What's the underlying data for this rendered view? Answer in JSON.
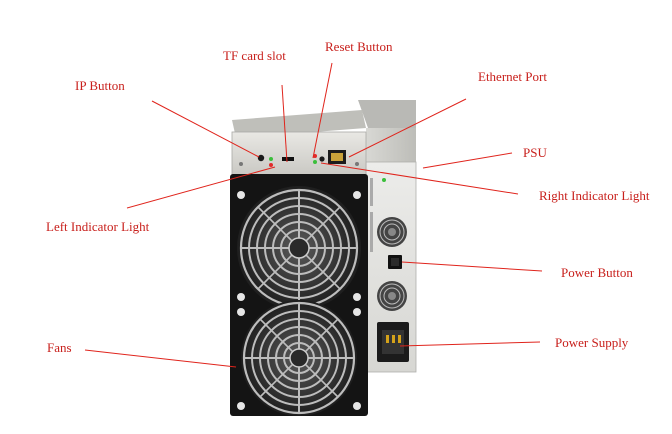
{
  "colors": {
    "label_text": "#c8201c",
    "callout_line": "#e0241c",
    "device_body": "#d9d9d6",
    "fan_frame": "#2a2a2a",
    "indicator_green": "#3bbf3b",
    "indicator_red": "#e22a2a"
  },
  "labels": {
    "tf_card_slot": "TF card slot",
    "reset_button": "Reset Button",
    "ip_button": "IP Button",
    "ethernet_port": "Ethernet Port",
    "psu": "PSU",
    "right_indicator_light": "Right Indicator Light",
    "left_indicator_light": "Left Indicator Light",
    "power_button": "Power Button",
    "fans": "Fans",
    "power_supply": "Power Supply"
  }
}
